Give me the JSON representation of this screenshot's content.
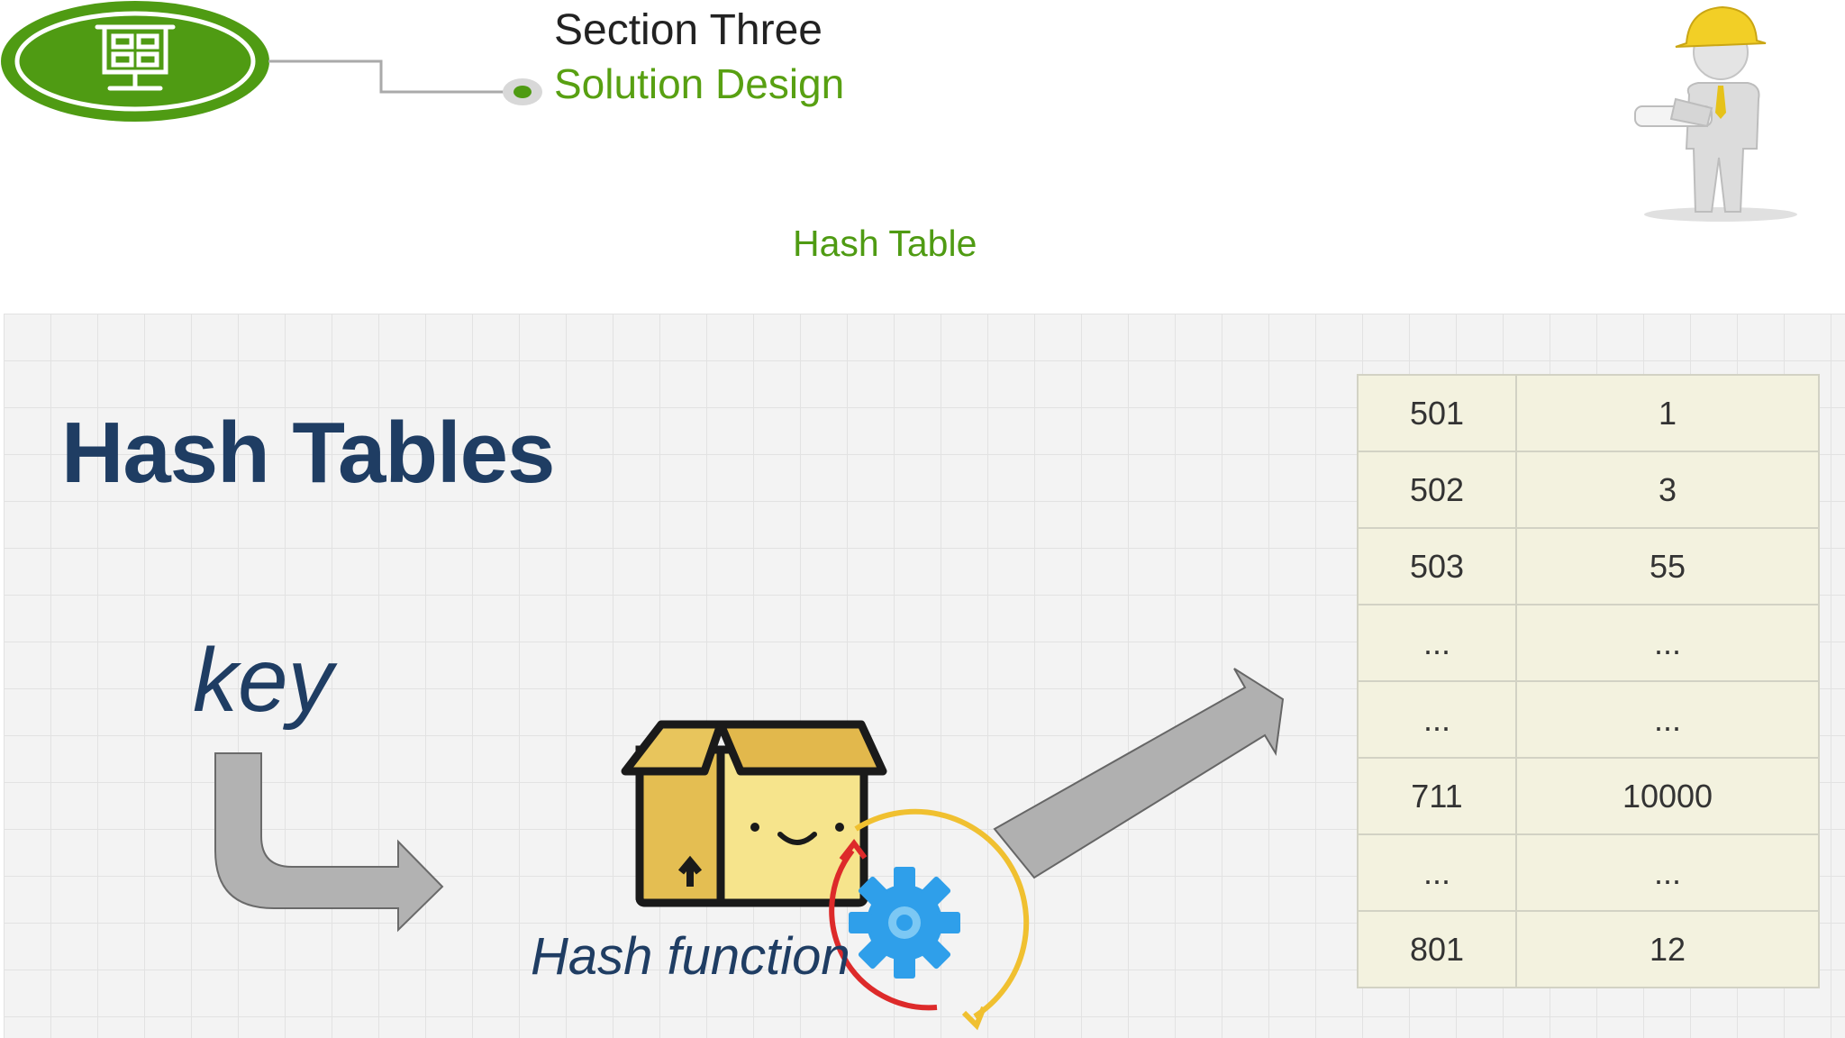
{
  "header": {
    "logo_icon": "presentation-board-icon",
    "section_title": "Section Three",
    "section_subtitle": "Solution Design",
    "worker_icon": "engineer-with-blueprint-icon",
    "topic": "Hash Table"
  },
  "colors": {
    "accent_green": "#4f9b13",
    "title_navy": "#1f3d63",
    "table_bg": "#f3f2df"
  },
  "slide": {
    "title": "Hash Tables",
    "key_label": "key",
    "hash_function_label": "Hash function",
    "box_icon": "smiling-box-icon",
    "gear_icon": "gear-cycle-icon",
    "table": {
      "rows": [
        {
          "key": "501",
          "value": "1"
        },
        {
          "key": "502",
          "value": "3"
        },
        {
          "key": "503",
          "value": "55"
        },
        {
          "key": "...",
          "value": "..."
        },
        {
          "key": "...",
          "value": "..."
        },
        {
          "key": "711",
          "value": "10000"
        },
        {
          "key": "...",
          "value": "..."
        },
        {
          "key": "801",
          "value": "12"
        }
      ]
    }
  }
}
